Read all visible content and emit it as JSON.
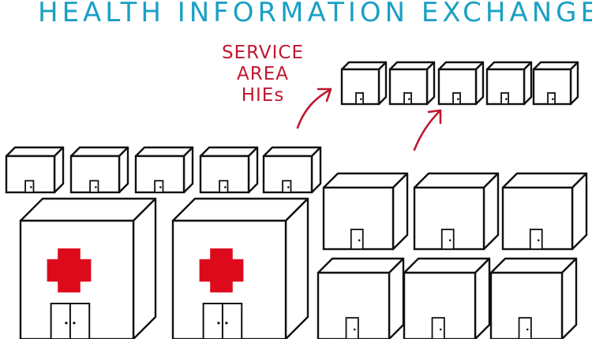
{
  "title": "HEALTH INFORMATION EXCHANGE",
  "annotation": {
    "lines": [
      "SERVICE",
      "AREA",
      "HIEs"
    ]
  },
  "colors": {
    "title": "#1aa0c4",
    "annotation": "#c0172e",
    "cross": "#dd0a1c",
    "outline": "#111111"
  },
  "icons": {
    "hospital": "hospital-building-icon",
    "small_building": "small-building-icon",
    "arrow": "curved-arrow-icon"
  }
}
